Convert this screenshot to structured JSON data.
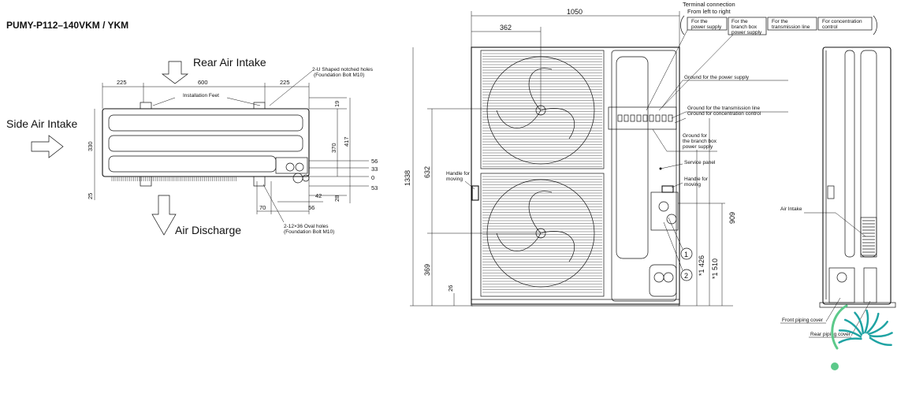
{
  "title": "PUMY-P112–140VKM / YKM",
  "top_view": {
    "rear_air_intake": "Rear Air Intake",
    "side_air_intake": "Side Air Intake",
    "air_discharge": "Air Discharge",
    "notched_holes_line1": "2-U Shaped notched holes",
    "notched_holes_line2": "(Foundation Bolt M10)",
    "installation_feet": "Installation Feet",
    "oval_holes_line1": "2-12×36 Oval holes",
    "oval_holes_line2": "(Foundation Bolt M10)",
    "dims": {
      "d225a": "225",
      "d600": "600",
      "d225b": "225",
      "d330": "330",
      "d25": "25",
      "d19": "19",
      "d370": "370",
      "d417": "417",
      "d56a": "56",
      "d33": "33",
      "d0": "0",
      "d53": "53",
      "d28": "28",
      "d42": "42",
      "d56b": "56",
      "d70": "70"
    }
  },
  "front_view": {
    "dims": {
      "d1050": "1050",
      "d362": "362",
      "d1338": "1338",
      "d632": "632",
      "d369": "369",
      "d26": "26",
      "d909": "909",
      "d1426": "*1 426",
      "d1510": "*1 510"
    },
    "terminal_connection": "Terminal connection",
    "from_left_to_right": "From left to right",
    "terminals": [
      {
        "line1": "For the",
        "line2": "power supply",
        "line3": ""
      },
      {
        "line1": "For the",
        "line2": "branch box",
        "line3": "power supply"
      },
      {
        "line1": "For the",
        "line2": "transmission line",
        "line3": ""
      },
      {
        "line1": "For concentration",
        "line2": "control",
        "line3": ""
      }
    ],
    "ground_power": "Ground for the power supply",
    "ground_transmission": "Ground for the transmission line",
    "ground_concentration": "Ground for concentration control",
    "ground_branch_1": "Ground for",
    "ground_branch_2": "the branch box",
    "ground_branch_3": "power supply",
    "service_panel": "Service panel",
    "handle_moving_1": "Handle for",
    "handle_moving_2": "moving",
    "handle_left_1": "Handle for",
    "handle_left_2": "moving",
    "circle_1": "1",
    "circle_2": "2"
  },
  "side_view": {
    "air_intake": "Air Intake",
    "front_piping_cover": "Front piping cover",
    "rear_piping_cover": "Rear piping cover"
  },
  "colors": {
    "logo_teal": "#1fa3a3",
    "logo_green": "#5cc98a"
  }
}
